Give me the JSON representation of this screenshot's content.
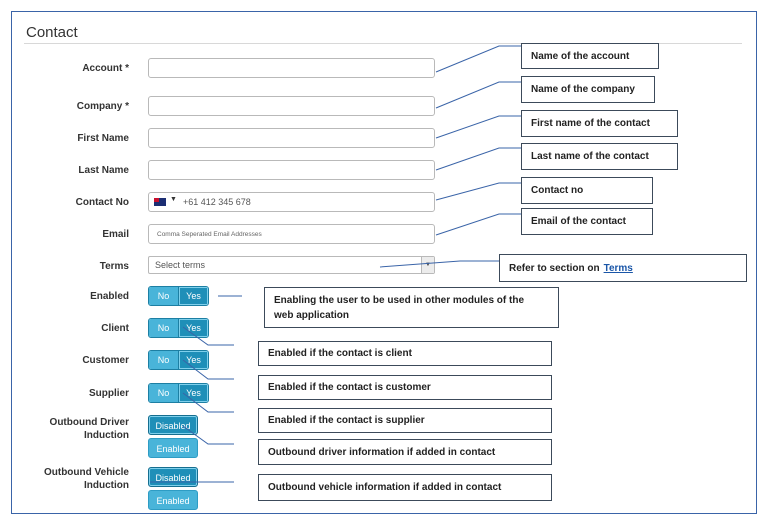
{
  "title": "Contact",
  "fields": {
    "account_label": "Account *",
    "company_label": "Company *",
    "first_name_label": "First Name",
    "last_name_label": "Last Name",
    "contact_no_label": "Contact No",
    "contact_no_value": "+61 412 345 678",
    "email_label": "Email",
    "email_placeholder": "Comma Seperated Email Addresses",
    "terms_label": "Terms",
    "terms_value": "Select terms",
    "enabled_label": "Enabled",
    "client_label": "Client",
    "customer_label": "Customer",
    "supplier_label": "Supplier",
    "outbound_driver_label_1": "Outbound Driver",
    "outbound_driver_label_2": "Induction",
    "outbound_vehicle_label_1": "Outbound Vehicle",
    "outbound_vehicle_label_2": "Induction"
  },
  "toggle": {
    "no": "No",
    "yes": "Yes",
    "disabled": "Disabled",
    "enabled": "Enabled"
  },
  "callouts": {
    "account": "Name of the account",
    "company": "Name of the company",
    "first_name": "First name of the contact",
    "last_name": "Last name of the contact",
    "contact_no": "Contact no",
    "email": "Email of the contact",
    "terms_prefix": "Refer to section on",
    "terms_link": "Terms",
    "enabled_1": "Enabling the user to be used in other modules of the",
    "enabled_2": "web application",
    "client": "Enabled if the contact is client",
    "customer": "Enabled if the contact is customer",
    "supplier": "Enabled if the contact is supplier",
    "driver": "Outbound driver information if added in contact",
    "vehicle": "Outbound vehicle information if added in contact"
  },
  "colors": {
    "toggle_active": "#1f8fb8",
    "toggle_inactive": "#49b4d9",
    "frame_border": "#3a64a8",
    "link": "#1a56a8"
  },
  "icons": {
    "flag": "australia-flag-icon",
    "dropdown": "caret-down-icon"
  }
}
